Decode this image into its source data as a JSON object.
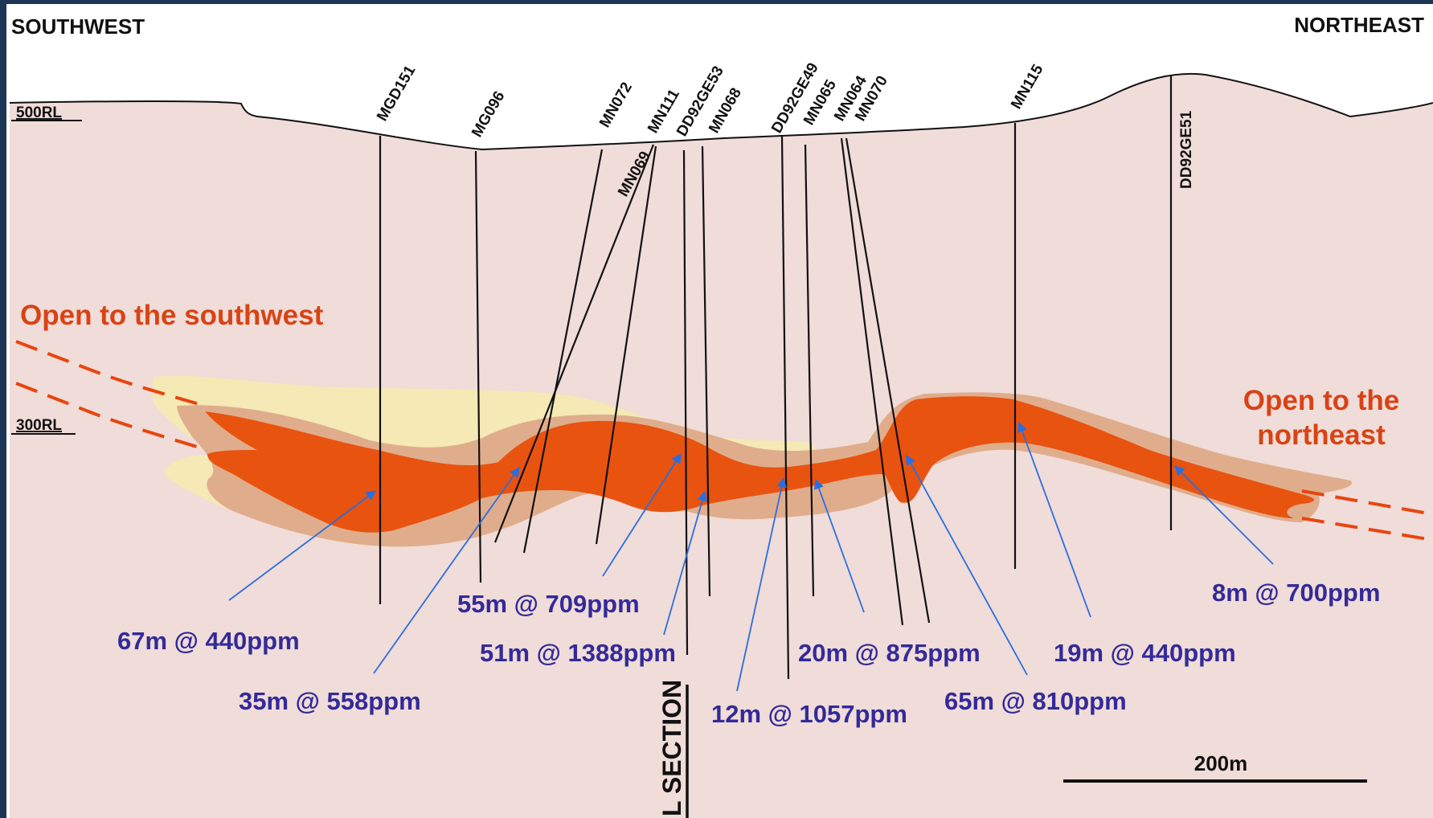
{
  "directions": {
    "left": "SOUTHWEST",
    "right": "NORTHEAST"
  },
  "rl_labels": [
    "500RL",
    "300RL"
  ],
  "open_labels": {
    "southwest": "Open to the southwest",
    "northeast_line1": "Open to the",
    "northeast_line2": "northeast"
  },
  "holes": [
    {
      "id": "MGD151"
    },
    {
      "id": "MG096"
    },
    {
      "id": "MN072"
    },
    {
      "id": "MN069"
    },
    {
      "id": "MN111"
    },
    {
      "id": "DD92GE53"
    },
    {
      "id": "MN068"
    },
    {
      "id": "DD92GE49"
    },
    {
      "id": "MN065"
    },
    {
      "id": "MN064"
    },
    {
      "id": "MN070"
    },
    {
      "id": "MN115"
    },
    {
      "id": "DD92GE51"
    }
  ],
  "intercepts": [
    {
      "text": "67m @ 440ppm"
    },
    {
      "text": "35m @ 558ppm"
    },
    {
      "text": "55m @ 709ppm"
    },
    {
      "text": "51m @ 1388ppm"
    },
    {
      "text": "12m @ 1057ppm"
    },
    {
      "text": "20m @ 875ppm"
    },
    {
      "text": "65m @ 810ppm"
    },
    {
      "text": "19m @ 440ppm"
    },
    {
      "text": "8m @ 700ppm"
    }
  ],
  "section_label": "L SECTION",
  "scale_label": "200m",
  "colors": {
    "background": "#f0dcd8",
    "halo_outer": "#f5e9b5",
    "halo_tan": "#e0ad8c",
    "ore_zone": "#e8530f",
    "open_text": "#d84315",
    "intercept_text": "#332a99",
    "arrow": "#2a6ee0",
    "frame": "#1d3557"
  }
}
